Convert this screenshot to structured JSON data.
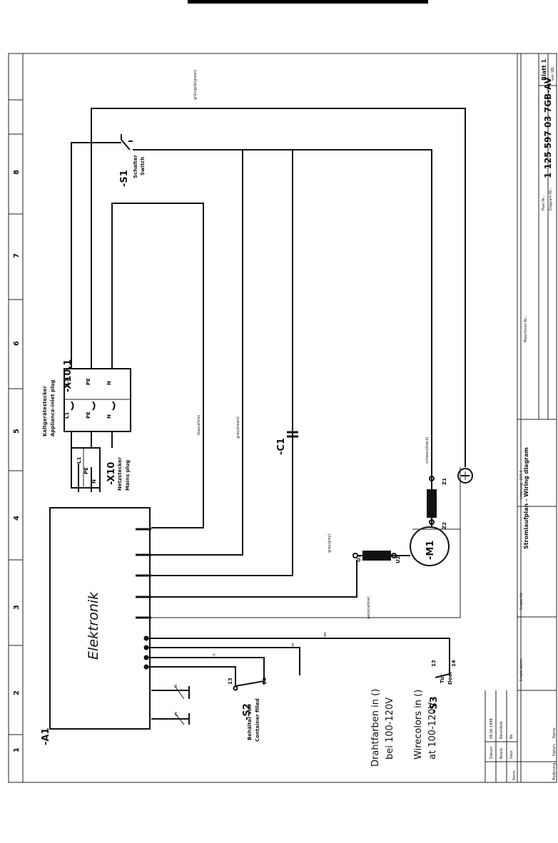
{
  "frame": {
    "columns": [
      "1",
      "2",
      "3",
      "4",
      "5",
      "6",
      "7",
      "8"
    ]
  },
  "components": {
    "a1": {
      "ref": "-A1",
      "name": "Elektronik"
    },
    "x10_1": {
      "ref": "-X10.1",
      "name_de": "Kaltgerätestecker",
      "name_en": "Appliance-inlet plug",
      "pins_left": [
        "L1",
        "PE",
        "N"
      ],
      "pins_right": [
        "L1",
        "PE",
        "N"
      ]
    },
    "x10": {
      "ref": "-X10",
      "name_de": "Netzstecker",
      "name_en": "Mains plug",
      "pins": [
        "L1",
        "PE",
        "N"
      ]
    },
    "s1": {
      "ref": "-S1",
      "name_de": "Schalter",
      "name_en": "Switch"
    },
    "c1": {
      "ref": "-C1"
    },
    "m1": {
      "ref": "-M1",
      "terminals": [
        "U1",
        "U2",
        "Z1",
        "Z2"
      ]
    },
    "s2": {
      "ref": "-S2",
      "name_de": "Behälter voll",
      "name_en": "Container filled",
      "pins": [
        "13",
        "14"
      ]
    },
    "s3": {
      "ref": "-S3",
      "name_de": "Tür",
      "name_en": "Door",
      "pins": [
        "13",
        "14"
      ]
    }
  },
  "wires": {
    "gruen_gelb": "grün/gelb(green)",
    "blau": "blau(white)",
    "grau": "grau(brown)",
    "schwarz": "schwarz(black)",
    "grau_grey": "grau(grey)",
    "weiss": "weiss(white)",
    "ws": "ws",
    "br": "br",
    "gn": "rt",
    "bl": "bl",
    "ye": "ye"
  },
  "notes": {
    "de_line1": "Drahtfarben in ()",
    "de_line2": "bei 100-120V",
    "en_line1": "Wirecolors in ()",
    "en_line2": "at 100-120V"
  },
  "title_block": {
    "title": "Stromlaufplan - Wiring diagram",
    "machine_label": "Maschinen-Nr.:",
    "plan_label": "Plan Nr.:",
    "diagram_label": "Diagram Nr.:",
    "diagram_no": "1 125 597 03 7GB-AV",
    "sheet_label": "Blatt 1",
    "of_label": "von 1Bl.",
    "datum_label": "Datum",
    "datum_value": "08.06.1998",
    "bearb_label": "Bearb.",
    "bearb_value": "Bärenfeld",
    "gepr_label": "Gepr.",
    "gepr_value": "Be",
    "norm_label": "Norm",
    "aenderung_label": "Änderung",
    "datum2_label": "Datum",
    "name_label": "Name",
    "ersatz_durch": "Ersatz durch:",
    "ersatz_fuer": "Ersatz für:",
    "ursprung": "Ursprung: 125.1"
  }
}
